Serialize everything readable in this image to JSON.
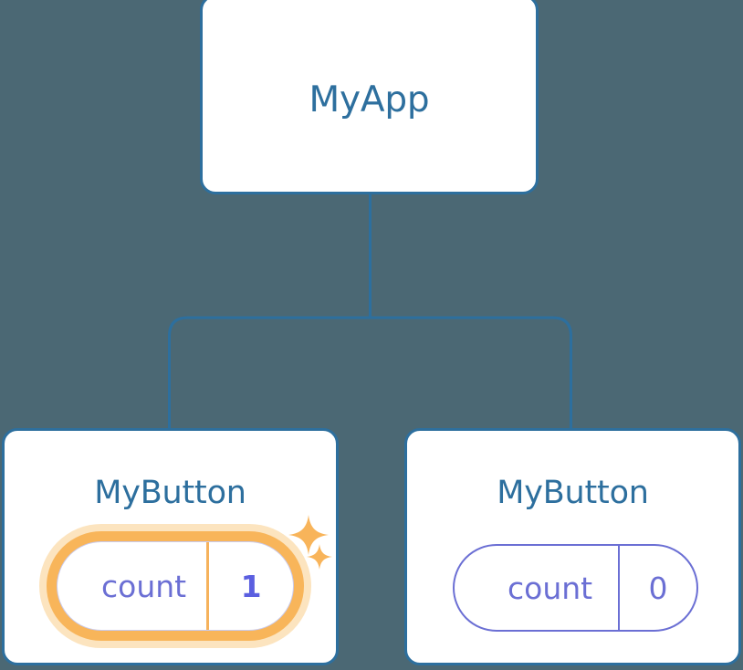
{
  "diagram": {
    "type": "component-tree",
    "background_color": "#4b6874",
    "connector_color": "#2d6f9e",
    "node_border_color": "#2d6f9e",
    "node_fill_color": "#ffffff",
    "title_color": "#2d6f9e",
    "state_text_color": "#6b6fd4",
    "state_value_highlight_color": "#5b5fe0",
    "highlight_color": "#f6b25c",
    "highlight_glow_color": "#fbdfb4"
  },
  "root": {
    "title": "MyApp"
  },
  "children": [
    {
      "title": "MyButton",
      "state": {
        "key": "count",
        "value": "1"
      },
      "highlighted": true,
      "sparkles": [
        "sparkle-large-icon",
        "sparkle-small-icon"
      ]
    },
    {
      "title": "MyButton",
      "state": {
        "key": "count",
        "value": "0"
      },
      "highlighted": false,
      "sparkles": []
    }
  ]
}
